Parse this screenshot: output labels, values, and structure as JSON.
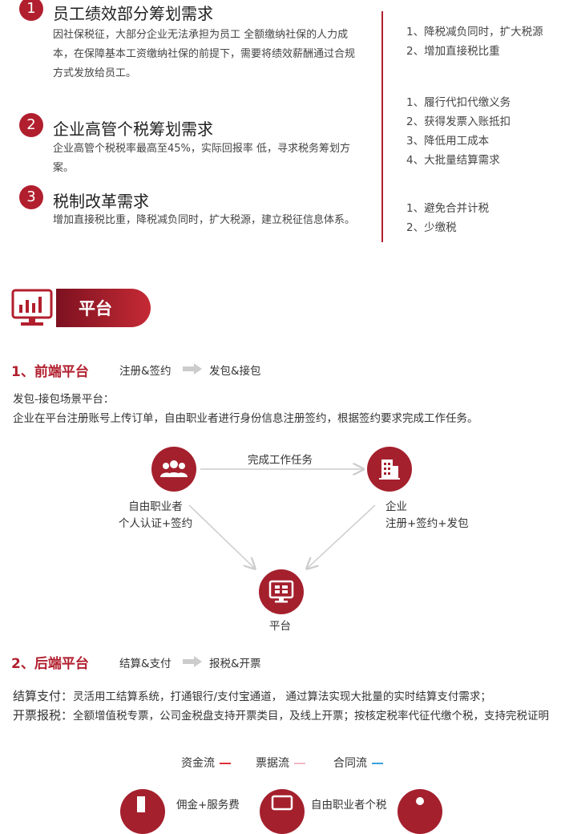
{
  "needs": [
    {
      "num": "1",
      "title": "员工绩效部分筹划需求",
      "desc": "因社保税征，大部分企业无法承担为员工 全额缴纳社保的人力成本，在保障基本工资缴纳社保的前提下，需要将绩效薪酬通过合规方式发放给员工。"
    },
    {
      "num": "2",
      "title": "企业高管个税筹划需求",
      "desc": "企业高管个税税率最高至45%，实际回报率 低，寻求税务筹划方案。"
    },
    {
      "num": "3",
      "title": "税制改革需求",
      "desc": "增加直接税比重，降税减负同时，扩大税源，建立税征信息体系。"
    }
  ],
  "right_lists": [
    [
      "1、降税减负同时，扩大税源",
      "2、增加直接税比重"
    ],
    [
      "1、履行代扣代缴义务",
      "2、获得发票入账抵扣",
      "3、降低用工成本",
      "4、大批量结算需求"
    ],
    [
      "1、避免合并计税",
      "2、少缴税"
    ]
  ],
  "platform_header": {
    "label": "平台",
    "icon": "monitor-chart-icon"
  },
  "front": {
    "title": "1、前端平台",
    "step1": "注册&签约",
    "step2": "发包&接包",
    "desc_line1": "发包-接包场景平台：",
    "desc_line2": "企业在平台注册账号上传订单，自由职业者进行身份信息注册签约，根据签约要求完成工作任务。"
  },
  "diagram": {
    "edge_label": "完成工作任务",
    "freelancer_line1": "自由职业者",
    "freelancer_line2": "个人认证+签约",
    "enterprise_line1": "企业",
    "enterprise_line2": "注册+签约+发包",
    "platform_label": "平台"
  },
  "back": {
    "title": "2、后端平台",
    "step1": "结算&支付",
    "step2": "报税&开票",
    "settle_label": "结算支付：",
    "settle_text": "灵活用工结算系统，打通银行/支付宝通道， 通过算法实现大批量的实时结算支付需求；",
    "invoice_label": "开票报税：",
    "invoice_text": "全额增值税专票，公司金税盘支持开票类目，及线上开票；按核定税率代征代缴个税，支持完税证明"
  },
  "legend": [
    {
      "label": "资金流",
      "color": "#e0303a"
    },
    {
      "label": "票据流",
      "color": "#f2b8c6"
    },
    {
      "label": "合同流",
      "color": "#3aa0e0"
    }
  ],
  "bottom": {
    "label1": "佣金+服务费",
    "label2": "自由职业者个税"
  },
  "colors": {
    "accent": "#b11f2e",
    "arrow_gray": "#cccccc"
  }
}
